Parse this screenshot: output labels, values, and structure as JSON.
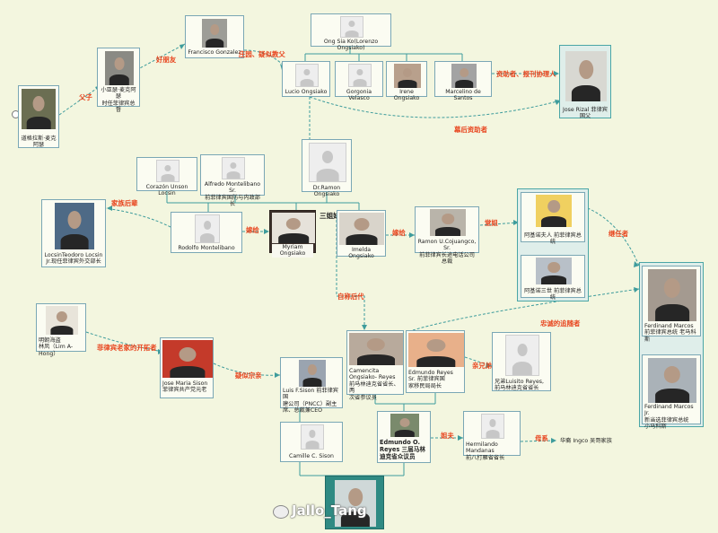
{
  "nodes": {
    "macarthur": {
      "label": "道格拉斯·麦克阿瑟"
    },
    "arthur_macarthur": {
      "label": "小亚瑟·麦克阿瑟\n时任菲律宾总督"
    },
    "francisco": {
      "label": "Francisco Gonzalez"
    },
    "ong_sia_ko": {
      "label": "Ong Sia Ko(Lorenzo Ongsiako)"
    },
    "lucio": {
      "label": "Lucio Ongsiako"
    },
    "gorgonia": {
      "label": "Gorgonia Velasco"
    },
    "irene": {
      "label": "Irene Ongsiako"
    },
    "marcelino": {
      "label": "Marcelino de Santos"
    },
    "rizal": {
      "label": "Jose Rizal    菲律宾国父"
    },
    "corazon": {
      "label": "Corazón Unson Locsin"
    },
    "alfredo": {
      "label": "Alfredo Montelibano Sr.\n前菲律宾国防与内政部长"
    },
    "ramon_ongsiako": {
      "label": "Dr.Ramon Ongsiako"
    },
    "locsin": {
      "label": "LocsinTeodoro Locsin\nJr.现任菲律宾外交部长"
    },
    "rodolfo": {
      "label": "Rodolfo Montelibano"
    },
    "myriam": {
      "label": "Myriam Ongsiako"
    },
    "imelda_ong": {
      "label": "Imelda   Ongsiako"
    },
    "ramon_cojuangco": {
      "label": "Ramon U.Cojuangco, Sr.\n前菲律宾长途电话公司总裁"
    },
    "aquino_mother": {
      "label": "阿基诺夫人    前菲律宾总统"
    },
    "aquino3": {
      "label": "阿基诺三世    前菲律宾总统"
    },
    "limahong": {
      "label": "明朝海盗\n林凤（Lim A- Hong）"
    },
    "jose_sison": {
      "label": "Jose Maria Sison\n菲律宾共产党元老"
    },
    "luis_sison": {
      "label": "Luis F.Sison    前菲律宾国\n建公司（PNCC）副主\n席、总裁兼CEO"
    },
    "camencita": {
      "label": "Camencita\nOngsiako- Reyes\n前马林迪克省省长、两\n次省参议员"
    },
    "edmundo_sr": {
      "label": "Edmundo Reyes\nSr.    前菲律宾国\n家移民局局长"
    },
    "luisito": {
      "label": "兄弟Luisito Reyes,\n前马林迪克省省长"
    },
    "edmundo_o": {
      "label": "Edmundo O.\nReyes 三届马林\n迪克省众议员"
    },
    "hermilando": {
      "label": "Hermilando Mandanas\n前八打雁省省长"
    },
    "camille": {
      "label": "Camille C. Sison"
    },
    "marcos": {
      "label": "Ferdinand Marcos\n前菲律宾总统 老马科斯"
    },
    "marcos_jr": {
      "label": "Ferdinand Marcos Jr.\n新当选菲律宾总统\n小马科斯"
    }
  },
  "plain_labels": {
    "san_jie_mei": "三姐妹",
    "ingco": "华裔 Ingco 吴哥家族"
  },
  "edge_labels": {
    "father": "父子",
    "good_friend": "好朋友",
    "manor": "庄园、疑似教父",
    "sponsor": "资助者、报刊协理人",
    "behind_funder": "幕后资助者",
    "family_rising": "家族后辈",
    "marry1": "嫁给",
    "marry2": "嫁给",
    "cousin": "堂姐",
    "successor": "继任者",
    "self_descendant": "自称后代",
    "founder": "菲律宾老家的开拓者",
    "loyal_follower": "忠诚的追随者",
    "suspected_clan": "疑似宗亲",
    "brother": "亲兄弟",
    "son_in_law": "姐夫",
    "maternal": "母系"
  },
  "watermark": "Jallo_Tang"
}
